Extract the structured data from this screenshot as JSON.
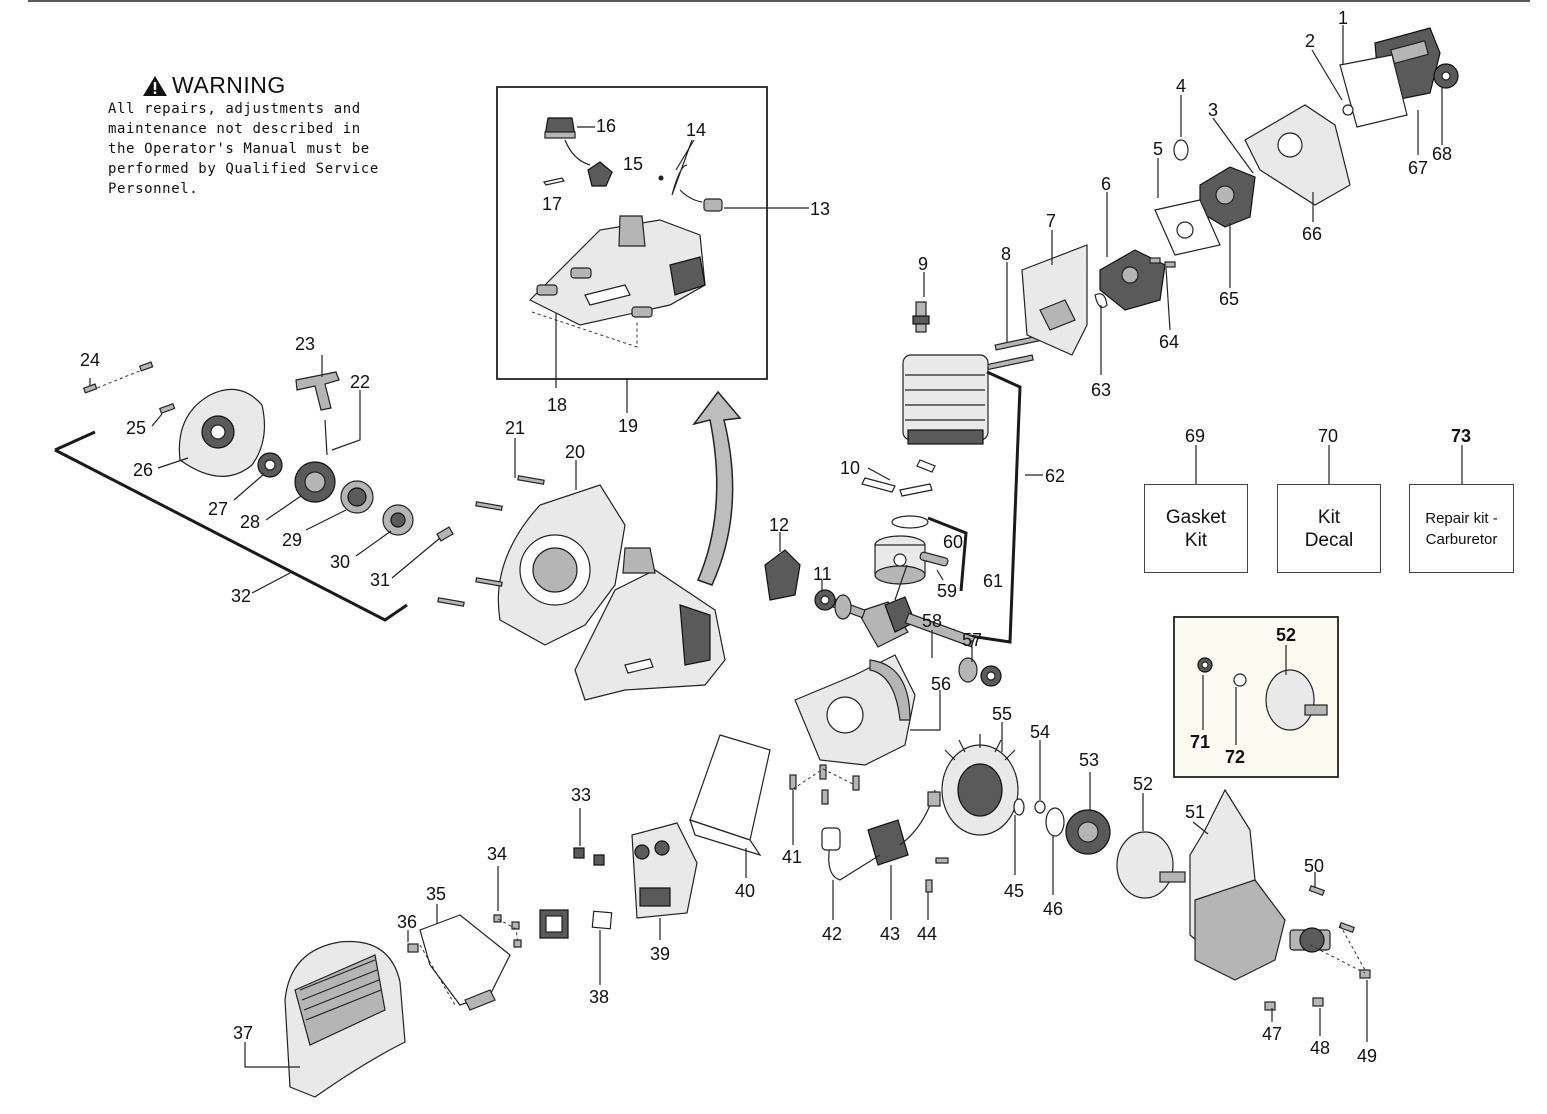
{
  "warning": {
    "title": "WARNING",
    "text": "All repairs, adjustments and\nmaintenance not described in\nthe Operator's Manual must be\nperformed by Qualified Service\nPersonnel."
  },
  "kits": [
    {
      "number": "69",
      "label": "Gasket Kit"
    },
    {
      "number": "70",
      "label": "Kit Decal"
    },
    {
      "number": "73",
      "label": "Repair kit - Carburetor"
    }
  ],
  "callouts": {
    "c1": "1",
    "c2": "2",
    "c3": "3",
    "c4": "4",
    "c5": "5",
    "c6": "6",
    "c7": "7",
    "c8": "8",
    "c9": "9",
    "c10": "10",
    "c11": "11",
    "c12": "12",
    "c13": "13",
    "c14": "14",
    "c15": "15",
    "c16": "16",
    "c17": "17",
    "c18": "18",
    "c19": "19",
    "c20": "20",
    "c21": "21",
    "c22": "22",
    "c23": "23",
    "c24": "24",
    "c25": "25",
    "c26": "26",
    "c27": "27",
    "c28": "28",
    "c29": "29",
    "c30": "30",
    "c31": "31",
    "c32": "32",
    "c33": "33",
    "c34": "34",
    "c35": "35",
    "c36": "36",
    "c37": "37",
    "c38": "38",
    "c39": "39",
    "c40": "40",
    "c41": "41",
    "c42": "42",
    "c43": "43",
    "c44": "44",
    "c45": "45",
    "c46": "46",
    "c47": "47",
    "c48": "48",
    "c49": "49",
    "c50": "50",
    "c51": "51",
    "c52": "52",
    "c53": "53",
    "c54": "54",
    "c55": "55",
    "c56": "56",
    "c57": "57",
    "c58": "58",
    "c59": "59",
    "c60": "60",
    "c61": "61",
    "c62": "62",
    "c63": "63",
    "c64": "64",
    "c65": "65",
    "c66": "66",
    "c67": "67",
    "c68": "68",
    "inset52": "52",
    "inset71": "71",
    "inset72": "72"
  }
}
